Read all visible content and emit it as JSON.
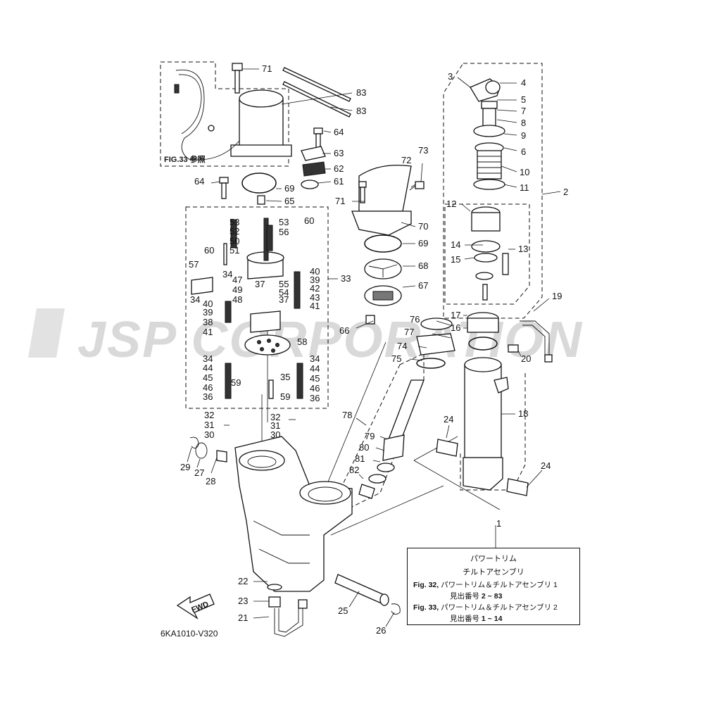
{
  "watermark": "JSP CORPORATION",
  "figure_code": "6KA1010-V320",
  "fig_ref": {
    "label": "FIG.33",
    "suffix": "参照"
  },
  "fwd_label": "FWD",
  "legend": {
    "title_line1": "パワートリム",
    "title_line2": "チルトアセンブリ",
    "rows": [
      {
        "fig": "Fig. 32,",
        "text": "パワートリム＆チルトアセンブリ 1",
        "sub_label": "見出番号",
        "sub_range": "2 ~ 83"
      },
      {
        "fig": "Fig. 33,",
        "text": "パワートリム＆チルトアセンブリ 2",
        "sub_label": "見出番号",
        "sub_range": "1 ~ 14"
      }
    ]
  },
  "part_numbers": {
    "p1": "1",
    "p2": "2",
    "p3": "3",
    "p4": "4",
    "p5": "5",
    "p6": "6",
    "p7": "7",
    "p8": "8",
    "p9": "9",
    "p10": "10",
    "p11": "11",
    "p12": "12",
    "p13": "13",
    "p14": "14",
    "p15": "15",
    "p16": "16",
    "p17": "17",
    "p18": "18",
    "p19": "19",
    "p20": "20",
    "p21": "21",
    "p22": "22",
    "p23": "23",
    "p24a": "24",
    "p24b": "24",
    "p25": "25",
    "p26": "26",
    "p27": "27",
    "p28": "28",
    "p29": "29",
    "p30a": "30",
    "p30b": "30",
    "p31a": "31",
    "p31b": "31",
    "p32a": "32",
    "p32b": "32",
    "p33": "33",
    "p34a": "34",
    "p34b": "34",
    "p34c": "34",
    "p34d": "34",
    "p35": "35",
    "p36a": "36",
    "p36b": "36",
    "p37a": "37",
    "p37b": "37",
    "p38": "38",
    "p39a": "39",
    "p39b": "39",
    "p40a": "40",
    "p40b": "40",
    "p41a": "41",
    "p41b": "41",
    "p42": "42",
    "p43": "43",
    "p44a": "44",
    "p44b": "44",
    "p45a": "45",
    "p45b": "45",
    "p46a": "46",
    "p46b": "46",
    "p47": "47",
    "p48": "48",
    "p49": "49",
    "p50": "50",
    "p51": "51",
    "p52": "52",
    "p53a": "53",
    "p53b": "53",
    "p54": "54",
    "p55": "55",
    "p56": "56",
    "p57": "57",
    "p58": "58",
    "p59a": "59",
    "p59b": "59",
    "p60a": "60",
    "p60b": "60",
    "p61": "61",
    "p62": "62",
    "p63": "63",
    "p64a": "64",
    "p64b": "64",
    "p65": "65",
    "p66": "66",
    "p67": "67",
    "p68": "68",
    "p69a": "69",
    "p69b": "69",
    "p70": "70",
    "p71a": "71",
    "p71b": "71",
    "p72": "72",
    "p73": "73",
    "p74": "74",
    "p75": "75",
    "p76": "76",
    "p77": "77",
    "p78": "78",
    "p79": "79",
    "p80": "80",
    "p81": "81",
    "p82": "82",
    "p83a": "83",
    "p83b": "83"
  }
}
